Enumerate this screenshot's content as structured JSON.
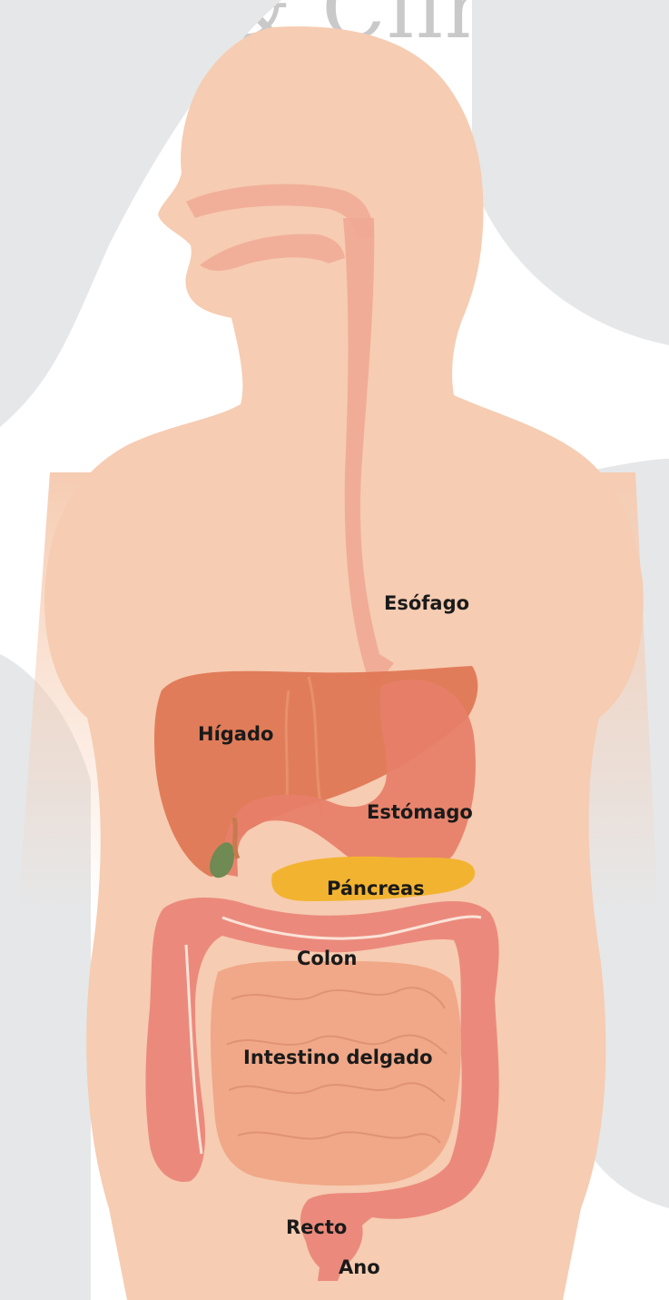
{
  "page_title": "Gi & Clinic",
  "labels": {
    "esofago": "Esófago",
    "higado": "Hígado",
    "estomago": "Estómago",
    "pancreas": "Páncreas",
    "colon": "Colon",
    "intestino_delgado": "Intestino delgado",
    "recto": "Recto",
    "ano": "Ano"
  },
  "colors": {
    "background_swirl": "#e6e7e8",
    "body": "#f6ccb2",
    "passage": "#f0a994",
    "liver": "#de7552",
    "stomach": "#e77f69",
    "gallbladder": "#6f8a52",
    "pancreas": "#f2b430",
    "colon": "#eb8a7c",
    "small_intestine": "#f0a888"
  }
}
